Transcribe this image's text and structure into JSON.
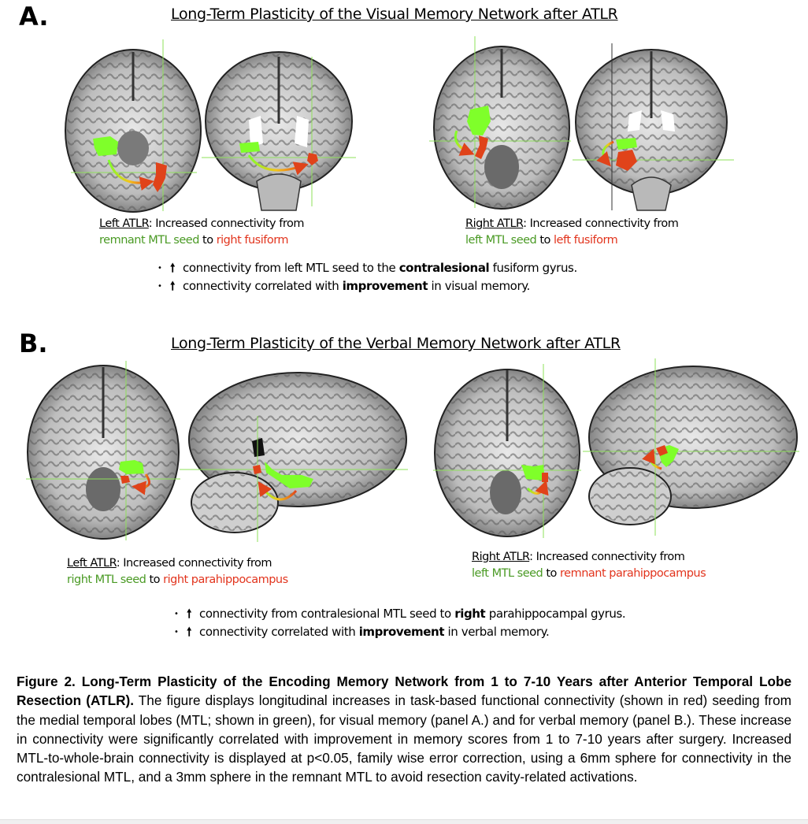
{
  "colors": {
    "seed_green": "#4a9a24",
    "target_red": "#e2341d",
    "overlay_green": "#7fff2a",
    "overlay_red": "#e0431a"
  },
  "panel_a": {
    "letter": "A.",
    "title": "Long-Term Plasticity of the Visual Memory Network after ATLR",
    "left": {
      "label": "Left ATLR",
      "text": ": Increased connectivity from",
      "seed": "remnant MTL seed",
      "to": " to ",
      "target": "right fusiform"
    },
    "right": {
      "label": "Right ATLR",
      "text": ": Increased connectivity from",
      "seed": "left MTL seed",
      "to": " to ",
      "target": "left fusiform"
    },
    "bullets": [
      {
        "pre": "connectivity from left MTL seed to the ",
        "bold": "contralesional",
        "post": " fusiform gyrus."
      },
      {
        "pre": "connectivity correlated with ",
        "bold": "improvement",
        "post": " in visual memory."
      }
    ]
  },
  "panel_b": {
    "letter": "B.",
    "title": "Long-Term Plasticity of the Verbal Memory Network after ATLR",
    "left": {
      "label": "Left ATLR",
      "text": ": Increased connectivity from",
      "seed": "right MTL seed",
      "to": " to ",
      "target": "right parahippocampus"
    },
    "right": {
      "label": "Right ATLR",
      "text": ": Increased connectivity from",
      "seed": "left MTL seed",
      "to": " to ",
      "target": "remnant parahippocampus"
    },
    "bullets": [
      {
        "pre": "connectivity from contralesional MTL seed to ",
        "bold": "right",
        "post": " parahippocampal gyrus."
      },
      {
        "pre": "connectivity correlated with ",
        "bold": "improvement",
        "post": " in verbal memory."
      }
    ]
  },
  "bullet_symbol": "•",
  "up_arrow": "🠕",
  "caption": {
    "bold": "Figure 2. Long-Term Plasticity of the Encoding Memory Network from 1 to 7-10 Years after Anterior Temporal Lobe Resection (ATLR).",
    "body": " The figure displays longitudinal increases in task-based functional connectivity (shown in red) seeding from the medial temporal lobes (MTL; shown in green), for visual memory (panel A.) and for verbal memory (panel B.). These increase in connectivity were significantly correlated with improvement in memory scores from 1 to 7-10 years after surgery. Increased MTL-to-whole-brain connectivity is displayed at p<0.05, family wise error correction, using a 6mm sphere for connectivity in the contralesional MTL, and a 3mm sphere in the remnant MTL to avoid resection cavity-related activations."
  }
}
